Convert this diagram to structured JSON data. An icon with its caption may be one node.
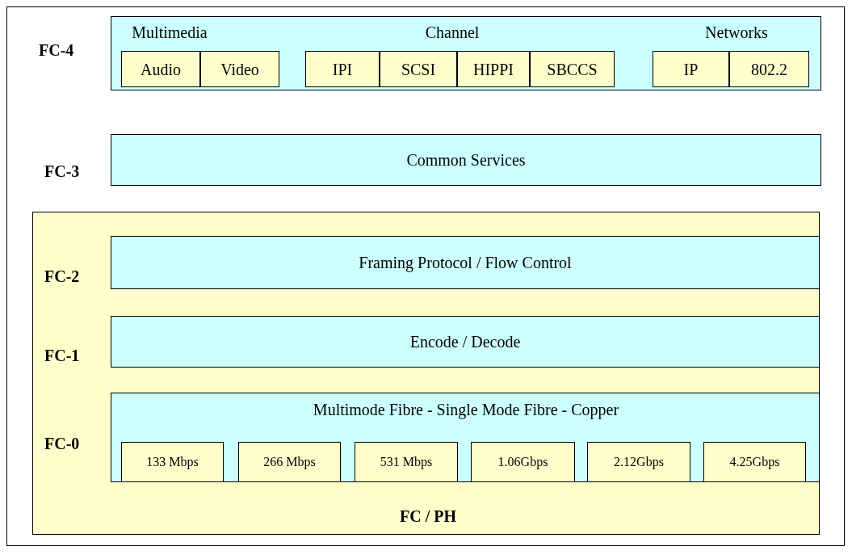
{
  "diagram": {
    "nodes": [
      {
        "text": [
          "Multimedia",
          "Channel",
          "Networks"
        ]
      },
      {
        "text": [
          "Audio"
        ],
        "in": 0
      },
      {
        "text": [
          "Video"
        ],
        "in": 0
      },
      {
        "text": [
          "IPI"
        ],
        "in": 0
      },
      {
        "text": [
          "SCSI"
        ],
        "in": 0
      },
      {
        "text": [
          "HIPPI"
        ],
        "in": 0
      },
      {
        "text": [
          "SBCCS"
        ],
        "in": 0
      },
      {
        "text": [
          "IP"
        ],
        "in": 0
      },
      {
        "text": [
          "802.2"
        ],
        "in": 0
      },
      {
        "text": [
          "Common Services"
        ]
      },
      {
        "text": [
          "FC / PH"
        ]
      },
      {
        "text": [
          "Framing Protocol / Flow Control"
        ],
        "in": 10
      },
      {
        "text": [
          "Encode / Decode"
        ],
        "in": 10
      },
      {
        "text": [
          "Multimode Fibre - Single Mode Fibre - Copper"
        ],
        "in": 10
      },
      {
        "text": [
          "133 Mbps"
        ],
        "in": 13
      },
      {
        "text": [
          "266 Mbps"
        ],
        "in": 13
      },
      {
        "text": [
          "531 Mbps"
        ],
        "in": 13
      },
      {
        "text": [
          "1.06Gbps"
        ],
        "in": 13
      },
      {
        "text": [
          "2.12Gbps"
        ],
        "in": 13
      },
      {
        "text": [
          "4.25Gbps"
        ],
        "in": 13
      }
    ],
    "edges": [],
    "labels": [
      "FC-4",
      "FC-3",
      "FC-2",
      "FC-1",
      "FC-0"
    ]
  }
}
